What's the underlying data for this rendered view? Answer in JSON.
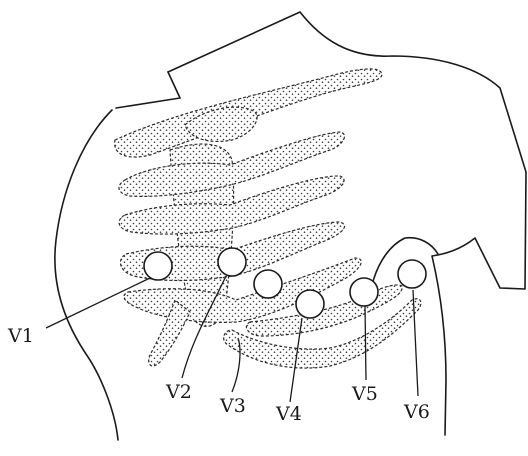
{
  "labels": {
    "v1": "V1",
    "v2": "V2",
    "v3": "V3",
    "v4": "V4",
    "v5": "V5",
    "v6": "V6"
  }
}
